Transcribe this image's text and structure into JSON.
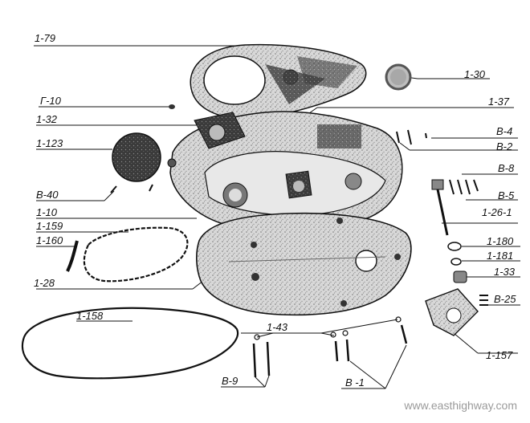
{
  "labels": {
    "p1_79": "1-79",
    "p1_30": "1-30",
    "pG_10": "Г-10",
    "p1_37": "1-37",
    "p1_32": "1-32",
    "pB_4": "B-4",
    "p1_123": "1-123",
    "pB_2": "B-2",
    "pB_8": "B-8",
    "pB_40": "B-40",
    "pB_5": "B-5",
    "p1_10": "1-10",
    "p1_26_1": "1-26-1",
    "p1_159": "1-159",
    "p1_160": "1-160",
    "p1_180": "1-180",
    "p1_181": "1-181",
    "p1_28": "1-28",
    "p1_33": "1-33",
    "pB_25": "B-25",
    "p1_158": "1-158",
    "p1_43": "1-43",
    "p1_157": "1-157",
    "pB_9": "B-9",
    "pB_1": "B -1"
  },
  "watermark": "www.easthighway.com"
}
